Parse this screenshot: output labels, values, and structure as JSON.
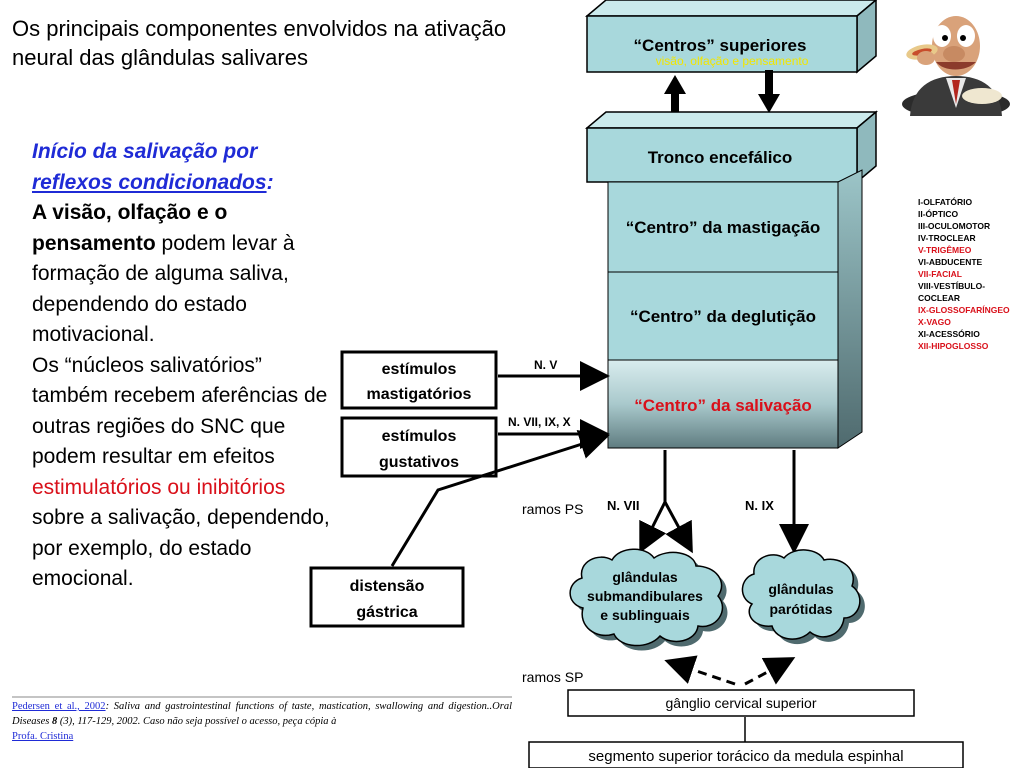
{
  "title": "Os principais componentes envolvidos na ativação neural das glândulas salivares",
  "left_text": {
    "heading_line1": "Início da salivação por",
    "heading_line2": "reflexos condicionados",
    "heading_colon": ":",
    "bold_part": "A visão, olfação e o pensamento",
    "part2": " podem levar à formação de alguma saliva, dependendo do estado motivacional.",
    "part3": "Os “núcleos salivatórios” também recebem aferências de outras regiões do SNC que podem resultar em efeitos ",
    "red_part": "estimulatórios ou inibitórios",
    "part4": " sobre a salivação, dependendo, por exemplo, do estado emocional."
  },
  "boxes": {
    "centros_superiores": "“Centros” superiores",
    "centros_superiores_sub": "visão, olfação e pensamento",
    "tronco": "Tronco encefálico",
    "mastigacao": "“Centro” da mastigação",
    "deglutição": "“Centro” da deglutição",
    "salivacao": "“Centro” da salivação"
  },
  "stimuli": {
    "mastigatorios": [
      "estímulos",
      "mastigatórios"
    ],
    "gustativos": [
      "estímulos",
      "gustativos"
    ],
    "distensao": [
      "distensão",
      "gástrica"
    ]
  },
  "nerve_labels": {
    "n5": "N. V",
    "n7_9_10": "N. VII, IX, X",
    "n7": "N. VII",
    "n9": "N. IX",
    "ramos_ps": "ramos PS",
    "ramos_sp": "ramos SP"
  },
  "glands": {
    "submand": [
      "glândulas",
      "submandibulares",
      "e sublinguais"
    ],
    "parotidas": [
      "glândulas",
      "parótidas"
    ]
  },
  "bottom_boxes": {
    "ganglio": "gânglio cervical superior",
    "segmento": "segmento superior torácico da medula espinhal"
  },
  "cranial_nerves": [
    {
      "text": "I-OLFATÓRIO",
      "red": false
    },
    {
      "text": "II-ÓPTICO",
      "red": false
    },
    {
      "text": "III-OCULOMOTOR",
      "red": false
    },
    {
      "text": "IV-TROCLEAR",
      "red": false
    },
    {
      "text": "V-TRIGÊMEO",
      "red": true
    },
    {
      "text": "VI-ABDUCENTE",
      "red": false
    },
    {
      "text": "VII-FACIAL",
      "red": true
    },
    {
      "text": "VIII-VESTÍBULO-",
      "red": false
    },
    {
      "text": "COCLEAR",
      "red": false
    },
    {
      "text": "IX-GLOSSOFARÍNGEO",
      "red": true
    },
    {
      "text": "X-VAGO",
      "red": true
    },
    {
      "text": "XI-ACESSÓRIO",
      "red": false
    },
    {
      "text": "XII-HIPOGLOSSO",
      "red": true
    }
  ],
  "citation": {
    "link": "Pedersen et al., 2002",
    "text_a": ": Saliva and gastrointestinal functions of taste, mastication, swallowing and digestion..Oral Diseases ",
    "volume": "8",
    "text_b": " (3), 117-129, 2002. Caso não seja possível o acesso, peça cópia à ",
    "link2": "Profa. Cristina"
  },
  "colors": {
    "box_fill": "#a8d8dc",
    "box_top": "#cbeaec",
    "box_side": "#8fb9bd",
    "salivacao_grad_top": "#cfe4e6",
    "salivacao_grad_bottom": "#6f8c90",
    "gland_fill": "#a8d8dc",
    "red": "#d9101a",
    "yellow_sub": "#f2e600",
    "blue": "#1f2bd6"
  },
  "icons": {
    "mascot": "cartoon-man-eating-icon"
  }
}
